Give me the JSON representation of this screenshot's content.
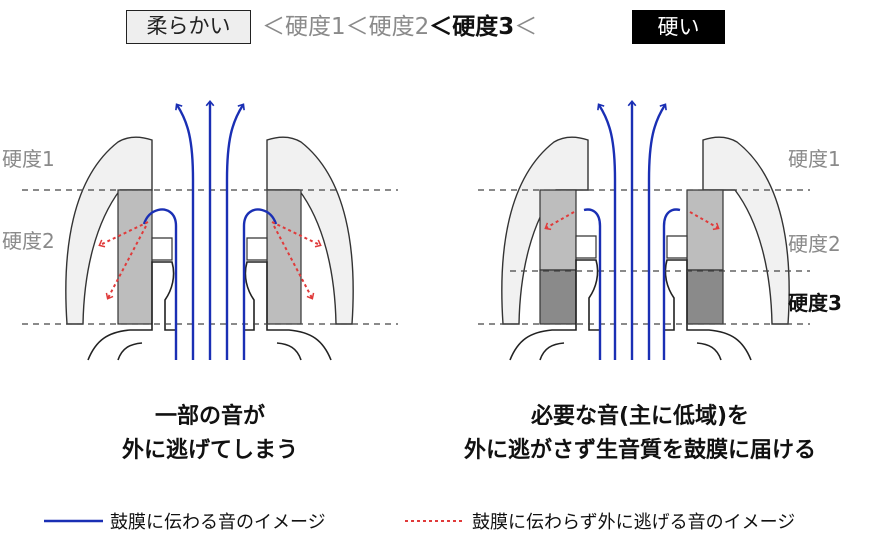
{
  "scale": {
    "soft_label": "柔らかい",
    "sep_a": "＜",
    "hardness1": "硬度1",
    "sep_b": "＜",
    "hardness2": "硬度2",
    "sep_c": "＜",
    "hardness3": "硬度3",
    "sep_d": "＜",
    "hard_label": "硬い"
  },
  "left_diagram": {
    "label_top": "硬度1",
    "label_middle": "硬度2",
    "caption_line1": "一部の音が",
    "caption_line2": "外に逃げてしまう"
  },
  "right_diagram": {
    "label_top": "硬度1",
    "label_middle": "硬度2",
    "label_bottom": "硬度3",
    "caption_line1": "必要な音(主に低域)を",
    "caption_line2": "外に逃がさず生音質を鼓膜に届ける"
  },
  "legend": {
    "solid": "鼓膜に伝わる音のイメージ",
    "dotted": "鼓膜に伝わらず外に逃げる音のイメージ"
  },
  "colors": {
    "sound_blue": "#1a2fb4",
    "leak_red": "#e03a3a",
    "hardness1_fill": "#f1f1f1",
    "hardness2_fill": "#bdbdbd",
    "hardness3_fill": "#8a8a8a"
  }
}
